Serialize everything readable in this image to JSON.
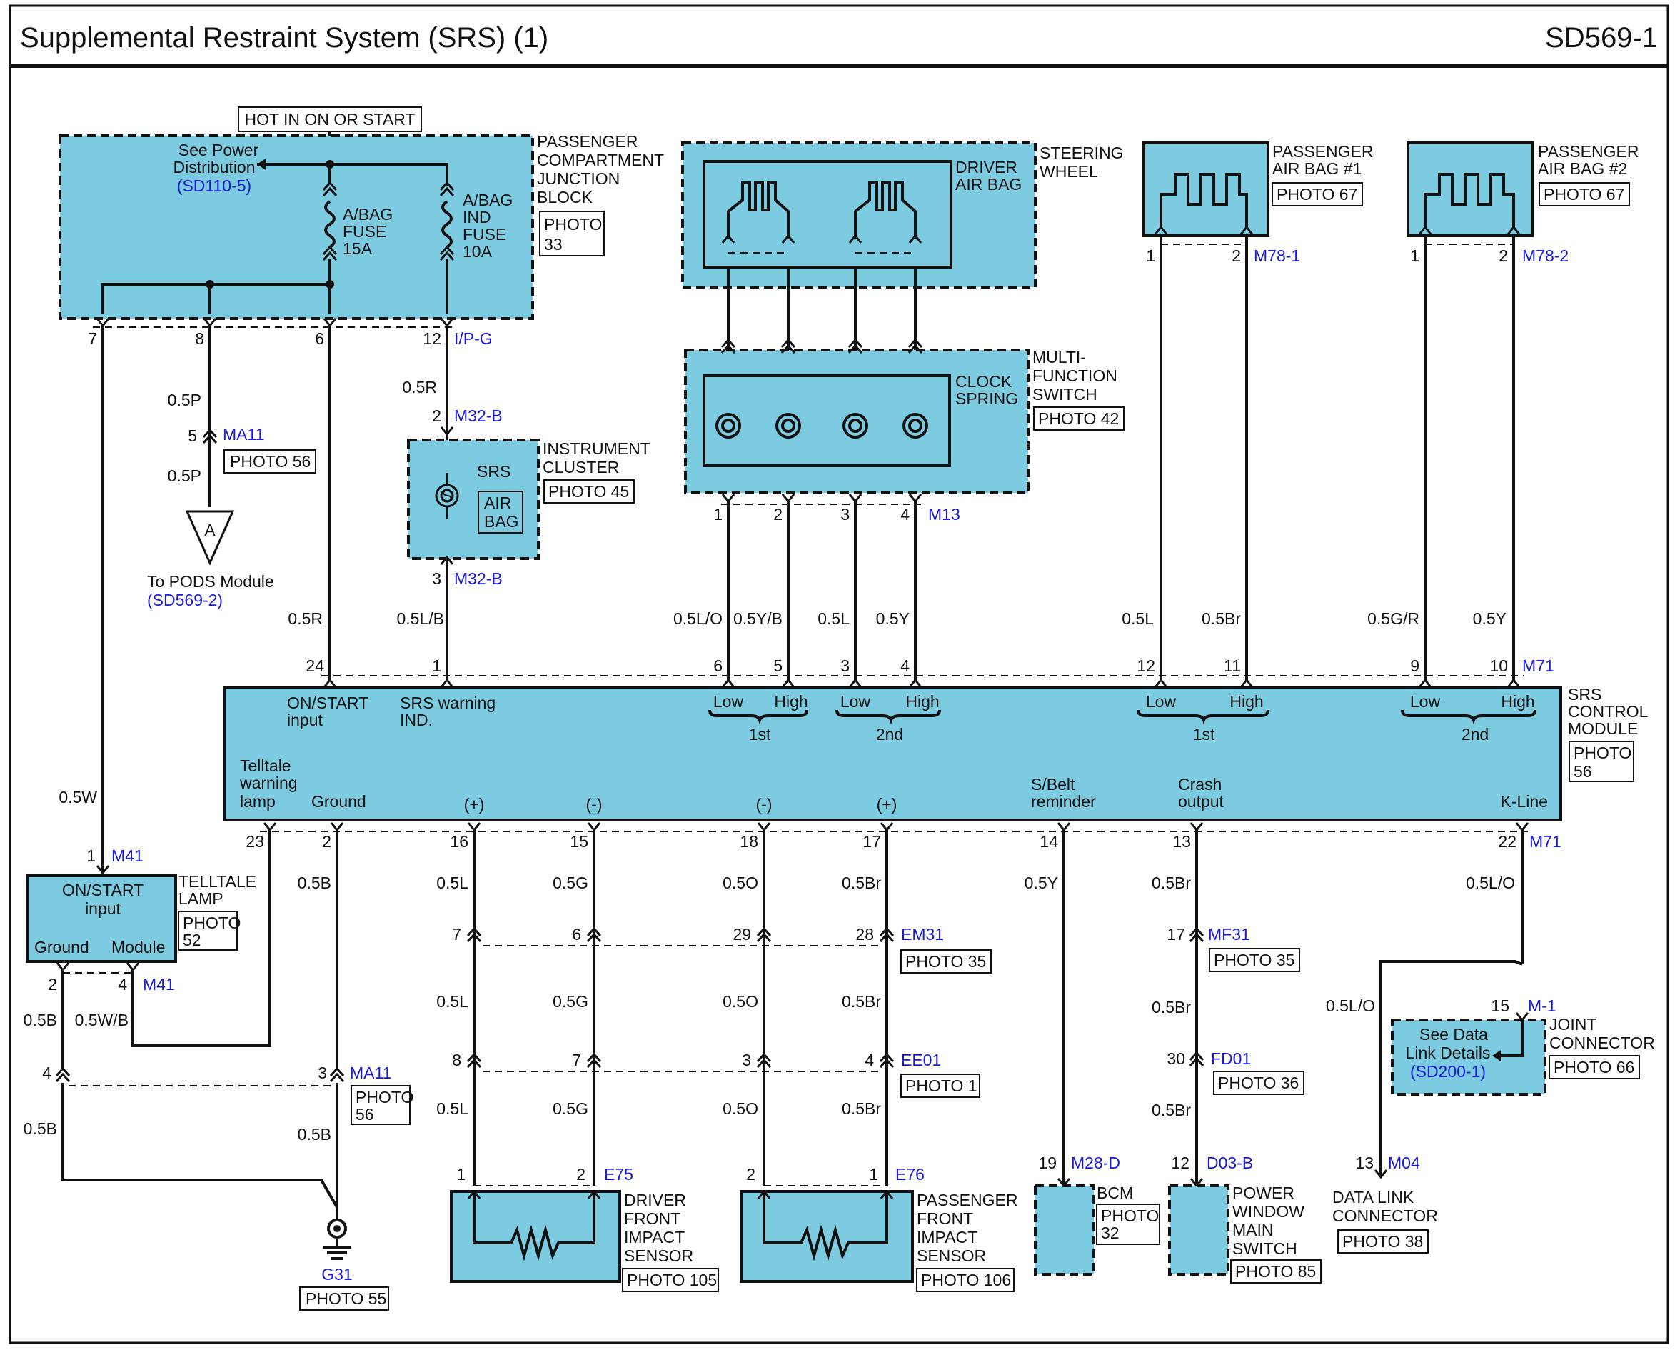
{
  "header": {
    "title": "Supplemental Restraint System (SRS) (1)",
    "code": "SD569-1"
  },
  "power": {
    "hot_label": "HOT IN ON OR START",
    "see_power": [
      "See Power",
      "Distribution"
    ],
    "see_power_ref": "(SD110-5)",
    "fuse1": [
      "A/BAG",
      "FUSE",
      "15A"
    ],
    "fuse2": [
      "A/BAG",
      "IND",
      "FUSE",
      "10A"
    ],
    "block_name": [
      "PASSENGER",
      "COMPARTMENT",
      "JUNCTION",
      "BLOCK"
    ],
    "block_photo": [
      "PHOTO",
      "33"
    ],
    "pins": [
      "7",
      "8",
      "6",
      "12"
    ],
    "pin_conn": "I/P-G"
  },
  "pods": {
    "wire1": "0.5P",
    "pin": "5",
    "conn": "MA11",
    "photo": "PHOTO 56",
    "wire2": "0.5P",
    "symbol": "A",
    "label": "To PODS Module",
    "ref": "(SD569-2)"
  },
  "cluster": {
    "wire_top": "0.5R",
    "pin_top": "2",
    "conn_top": "M32-B",
    "name": [
      "INSTRUMENT",
      "CLUSTER"
    ],
    "photo": "PHOTO 45",
    "srs": "SRS",
    "airbag": [
      "AIR",
      "BAG"
    ],
    "pin_bot": "3",
    "conn_bot": "M32-B"
  },
  "steering": {
    "driver_airbag": [
      "DRIVER",
      "AIR BAG"
    ],
    "name": [
      "STEERING",
      "WHEEL"
    ]
  },
  "clock": {
    "name": [
      "CLOCK",
      "SPRING"
    ],
    "mfs": [
      "MULTI-",
      "FUNCTION",
      "SWITCH"
    ],
    "photo": "PHOTO 42",
    "pins": [
      "1",
      "2",
      "3",
      "4"
    ],
    "conn": "M13"
  },
  "pab1": {
    "name": [
      "PASSENGER",
      "AIR BAG #1"
    ],
    "photo": "PHOTO 67",
    "pins": [
      "1",
      "2"
    ],
    "conn": "M78-1"
  },
  "pab2": {
    "name": [
      "PASSENGER",
      "AIR BAG #2"
    ],
    "photo": "PHOTO 67",
    "pins": [
      "1",
      "2"
    ],
    "conn": "M78-2"
  },
  "top_wires": [
    "0.5R",
    "0.5L/B",
    "0.5L/O",
    "0.5Y/B",
    "0.5L",
    "0.5Y",
    "0.5L",
    "0.5Br",
    "0.5G/R",
    "0.5Y"
  ],
  "srs_module": {
    "name": [
      "SRS",
      "CONTROL",
      "MODULE"
    ],
    "photo": [
      "PHOTO",
      "56"
    ],
    "top_pins": [
      "24",
      "1",
      "6",
      "5",
      "3",
      "4",
      "12",
      "11",
      "9",
      "10"
    ],
    "top_conn": "M71",
    "labels_top": {
      "on_start": [
        "ON/START",
        "input"
      ],
      "srs_warn": [
        "SRS warning",
        "IND."
      ]
    },
    "low": "Low",
    "high": "High",
    "first": "1st",
    "second": "2nd",
    "labels_bottom": {
      "telltale": [
        "Telltale",
        "warning",
        "lamp"
      ],
      "ground": "Ground",
      "plus": "(+)",
      "minus": "(-)",
      "sbelt": [
        "S/Belt",
        "reminder"
      ],
      "crash": [
        "Crash",
        "output"
      ],
      "kline": "K-Line"
    },
    "bottom_pins": [
      "23",
      "2",
      "16",
      "15",
      "18",
      "17",
      "14",
      "13",
      "22"
    ],
    "bottom_conn": "M71"
  },
  "telltale": {
    "wire": "0.5W",
    "pin": "1",
    "conn": "M41",
    "inner": [
      "ON/START",
      "input"
    ],
    "ground": "Ground",
    "module": "Module",
    "name": [
      "TELLTALE",
      "LAMP"
    ],
    "photo": [
      "PHOTO",
      "52"
    ],
    "pin_g": "2",
    "pin_m": "4",
    "conn_b": "M41",
    "wire_g": "0.5B",
    "wire_m": "0.5W/B",
    "pin4": "4",
    "wire_g2": "0.5B"
  },
  "ground_path": {
    "wire1": "0.5B",
    "pin": "3",
    "conn": "MA11",
    "photo": [
      "PHOTO",
      "56"
    ],
    "wire2": "0.5B",
    "ground_conn": "G31",
    "ground_photo": "PHOTO 55"
  },
  "sensor_wires": {
    "row1": [
      "0.5L",
      "0.5G",
      "0.5O",
      "0.5Br"
    ],
    "em31_pins": [
      "7",
      "6",
      "29",
      "28"
    ],
    "em31": "EM31",
    "em31_photo": "PHOTO 35",
    "row2": [
      "0.5L",
      "0.5G",
      "0.5O",
      "0.5Br"
    ],
    "ee01_pins": [
      "8",
      "7",
      "3",
      "4"
    ],
    "ee01": "EE01",
    "ee01_photo": "PHOTO 1",
    "row3": [
      "0.5L",
      "0.5G",
      "0.5O",
      "0.5Br"
    ]
  },
  "dfis": {
    "pins": [
      "1",
      "2"
    ],
    "conn": "E75",
    "name": [
      "DRIVER",
      "FRONT",
      "IMPACT",
      "SENSOR"
    ],
    "photo": "PHOTO 105"
  },
  "pfis": {
    "pins": [
      "2",
      "1"
    ],
    "conn": "E76",
    "name": [
      "PASSENGER",
      "FRONT",
      "IMPACT",
      "SENSOR"
    ],
    "photo": "PHOTO 106"
  },
  "bcm": {
    "wire": "0.5Y",
    "pin": "19",
    "conn": "M28-D",
    "name": "BCM",
    "photo": [
      "PHOTO",
      "32"
    ]
  },
  "pwms": {
    "wire1": "0.5Br",
    "pin1": "17",
    "conn1": "MF31",
    "photo1": "PHOTO 35",
    "wire2": "0.5Br",
    "pin2": "30",
    "conn2": "FD01",
    "photo2": "PHOTO 36",
    "wire3": "0.5Br",
    "pin3": "12",
    "conn3": "D03-B",
    "name": [
      "POWER",
      "WINDOW",
      "MAIN",
      "SWITCH"
    ],
    "photo": "PHOTO 85"
  },
  "dlc": {
    "wire1": "0.5L/O",
    "wire2": "0.5L/O",
    "pin": "15",
    "conn": "M-1",
    "see": [
      "See Data",
      "Link Details"
    ],
    "see_ref": "(SD200-1)",
    "jc_name": [
      "JOINT",
      "CONNECTOR"
    ],
    "jc_photo": "PHOTO 66",
    "pin2": "13",
    "conn2": "M04",
    "name": [
      "DATA LINK",
      "CONNECTOR"
    ],
    "photo": "PHOTO 38"
  }
}
